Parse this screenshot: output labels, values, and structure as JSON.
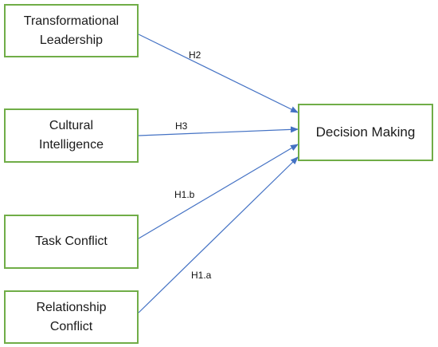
{
  "nodes": {
    "transformational_leadership": "Transformational\nLeadership",
    "cultural_intelligence": "Cultural\nIntelligence",
    "task_conflict": "Task Conflict",
    "relationship_conflict": "Relationship\nConflict",
    "decision_making": "Decision Making"
  },
  "edges": {
    "h2": "H2",
    "h3": "H3",
    "h1b": "H1.b",
    "h1a": "H1.a"
  },
  "colors": {
    "box_border": "#70ad47",
    "arrow": "#4472c4"
  }
}
